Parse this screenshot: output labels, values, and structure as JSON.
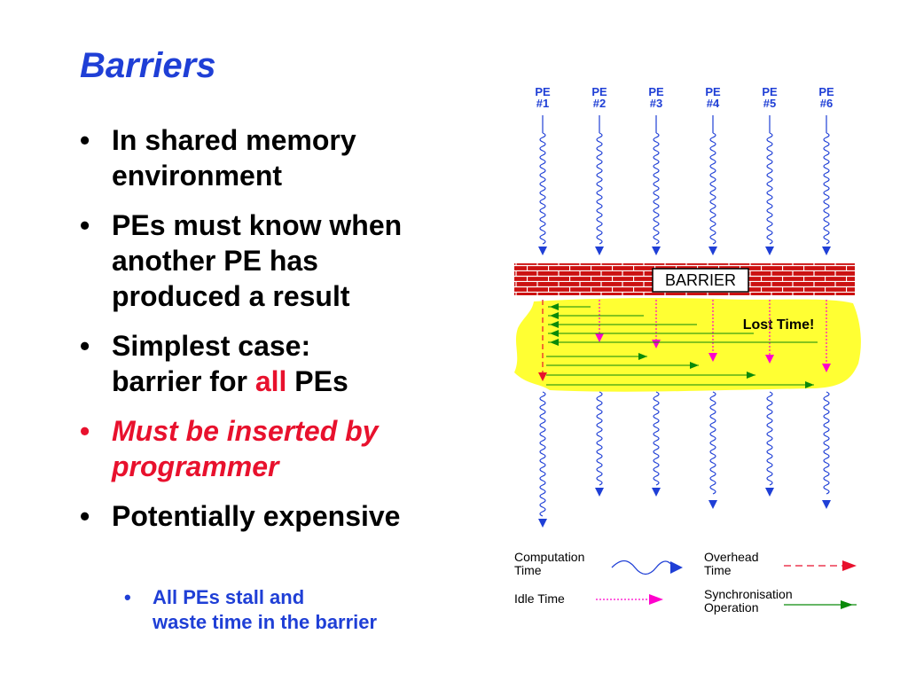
{
  "slide": {
    "title": "Barriers",
    "bullets": [
      {
        "l1": "In shared memory",
        "l2": "environment"
      },
      {
        "l1": "PEs must know when",
        "l2": "another PE has",
        "l3": "produced a result"
      },
      {
        "l1": "Simplest case:",
        "l2_before": "barrier for ",
        "l2_red": "all",
        "l2_after": " PEs"
      },
      {
        "l1": "Must be inserted by",
        "l2": "programmer"
      },
      {
        "l1": "Potentially expensive"
      }
    ],
    "sub_bullet": {
      "l1": "All PEs stall and",
      "l2": "waste time in the barrier"
    }
  },
  "diagram": {
    "pe_labels": [
      {
        "top": "PE",
        "num": "#1"
      },
      {
        "top": "PE",
        "num": "#2"
      },
      {
        "top": "PE",
        "num": "#3"
      },
      {
        "top": "PE",
        "num": "#4"
      },
      {
        "top": "PE",
        "num": "#5"
      },
      {
        "top": "PE",
        "num": "#6"
      }
    ],
    "barrier_label": "BARRIER",
    "lost_time_label": "Lost Time!",
    "legend": {
      "computation_1": "Computation",
      "computation_2": "Time",
      "overhead_1": "Overhead",
      "overhead_2": "Time",
      "idle": "Idle Time",
      "sync_1": "Synchronisation",
      "sync_2": "Operation"
    },
    "colors": {
      "computation": "#1f3fd6",
      "idle": "#ff00cc",
      "overhead": "#e8112d",
      "sync": "#0a8a0a",
      "brick": "#cc1111",
      "lost_time": "#ffff33"
    }
  }
}
